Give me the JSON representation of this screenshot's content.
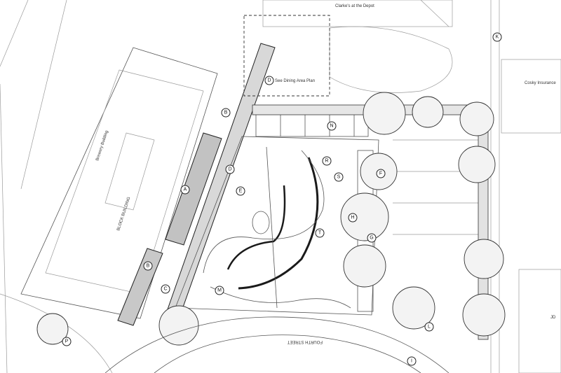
{
  "labels": {
    "depot": "Clarke's at the Depot",
    "dining_plan": "See Dining Area Plan",
    "insurance": "Cosky Insurance",
    "block_building": "BLOCK BUILDING",
    "brewery": "Brewery Building",
    "street": "FOURTH STREET",
    "jd": "JD"
  },
  "tags": [
    "K",
    "D",
    "B",
    "N",
    "R",
    "D",
    "E",
    "S",
    "F",
    "A",
    "H",
    "T",
    "G",
    "B",
    "C",
    "M",
    "L",
    "P",
    "I"
  ]
}
